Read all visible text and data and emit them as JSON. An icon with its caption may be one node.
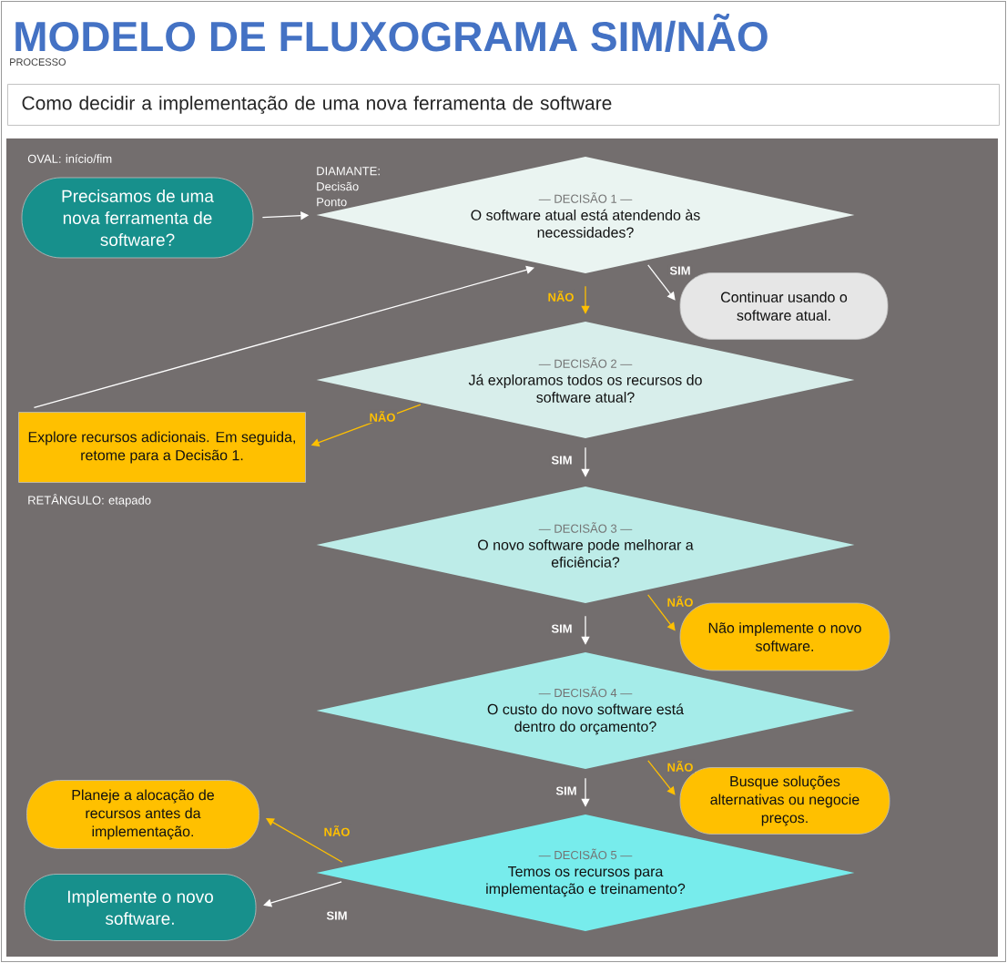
{
  "diagram": {
    "title": "MODELO DE FLUXOGRAMA SIM/NÃO",
    "nodes": [
      {
        "text": [
          "Como decidir a implementação de uma nova ferramenta de software"
        ]
      },
      {
        "text": [
          "Precisamos de uma nova ferramenta de software?"
        ]
      },
      {
        "text": [
          "— DECISÃO 1 —",
          "O software atual está atendendo às necessidades?"
        ]
      },
      {
        "text": [
          "Continuar usando o software atual."
        ]
      },
      {
        "text": [
          "— DECISÃO 2 —",
          "Já exploramos todos os recursos do software atual?"
        ]
      },
      {
        "text": [
          "Explore recursos adicionais. Em seguida, retome para a Decisão 1."
        ]
      },
      {
        "text": [
          "— DECISÃO 3 —",
          "O novo software pode melhorar a eficiência?"
        ]
      },
      {
        "text": [
          "Não implemente o novo software."
        ]
      },
      {
        "text": [
          "— DECISÃO 4 —",
          "O custo do novo software está dentro do orçamento?"
        ]
      },
      {
        "text": [
          "Busque soluções alternativas ou negocie preços."
        ]
      },
      {
        "text": [
          "Planeje a alocação de recursos antes da implementação."
        ]
      },
      {
        "text": [
          "— DECISÃO 5 —",
          "Temos os recursos para implementação e treinamento?"
        ]
      },
      {
        "text": [
          "Implemente o novo software."
        ]
      }
    ],
    "edges": [
      {
        "from": 1,
        "to": 2,
        "arrow": "to"
      },
      {
        "from": 2,
        "to": 3,
        "arrow": "to",
        "label": "SIM"
      },
      {
        "from": 2,
        "to": 4,
        "arrow": "to",
        "label": "NÃO",
        "color": "#ffc000"
      },
      {
        "from": 4,
        "to": 5,
        "arrow": "to",
        "label": "NÃO",
        "color": "#ffc000"
      },
      {
        "from": 5,
        "to": 2,
        "arrow": "to"
      },
      {
        "from": 4,
        "to": 6,
        "arrow": "to",
        "label": "SIM"
      },
      {
        "from": 6,
        "to": 7,
        "arrow": "to",
        "label": "NÃO",
        "color": "#ffc000"
      },
      {
        "from": 6,
        "to": 8,
        "arrow": "to",
        "label": "SIM"
      },
      {
        "from": 8,
        "to": 9,
        "arrow": "to",
        "label": "NÃO",
        "color": "#ffc000"
      },
      {
        "from": 8,
        "to": 11,
        "arrow": "to",
        "label": "SIM"
      },
      {
        "from": 11,
        "to": 10,
        "arrow": "to",
        "label": "NÃO",
        "color": "#ffc000"
      },
      {
        "from": 11,
        "to": 12,
        "arrow": "to",
        "label": "SIM"
      }
    ],
    "labels": [
      "PROCESSO",
      "OVAL: início/fim",
      "DIAMANTE: Decisão Ponto",
      "RETÂNGULO: etapado"
    ]
  }
}
